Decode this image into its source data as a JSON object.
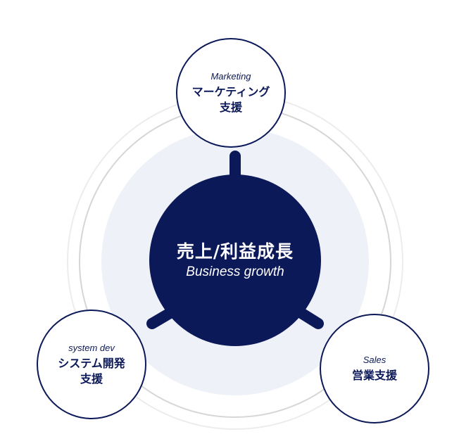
{
  "center": {
    "title_jp": "売上/利益成長",
    "title_en": "Business growth"
  },
  "nodes": [
    {
      "en": "Marketing",
      "jp_line1": "マーケティング",
      "jp_line2": "支援"
    },
    {
      "en": "system dev",
      "jp_line1": "システム開発",
      "jp_line2": "支援"
    },
    {
      "en": "Sales",
      "jp_line1": "営業支援",
      "jp_line2": ""
    }
  ],
  "colors": {
    "navy": "#0b1959",
    "halo": "#eef1f8",
    "ring": "#d8d8d8"
  }
}
